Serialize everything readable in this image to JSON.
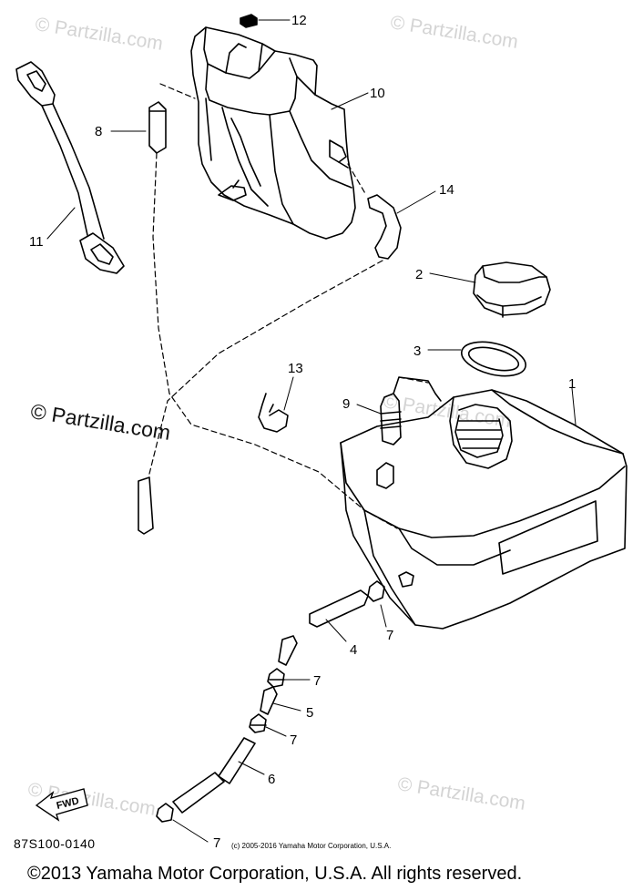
{
  "watermarks": {
    "top_left": "© Partzilla.com",
    "top_right": "© Partzilla.com",
    "mid_right": "© Partzilla.com",
    "main": "© Partzilla.com",
    "bottom_left": "© Partzilla.com",
    "bottom_right": "© Partzilla.com"
  },
  "callouts": {
    "c1": "1",
    "c2": "2",
    "c3": "3",
    "c4": "4",
    "c5": "5",
    "c6": "6",
    "c7a": "7",
    "c7b": "7",
    "c7c": "7",
    "c7d": "7",
    "c8": "8",
    "c9": "9",
    "c10": "10",
    "c11": "11",
    "c12": "12",
    "c13": "13",
    "c14": "14"
  },
  "fwd_label": "FWD",
  "diagram_code": "87S100-0140",
  "small_copyright": "(c) 2005-2016 Yamaha Motor Corporation, U.S.A.",
  "footer_copyright": "©2013 Yamaha Motor Corporation, U.S.A. All rights reserved.",
  "colors": {
    "line": "#000000",
    "watermark": "#d4d4d4",
    "background": "#ffffff"
  }
}
